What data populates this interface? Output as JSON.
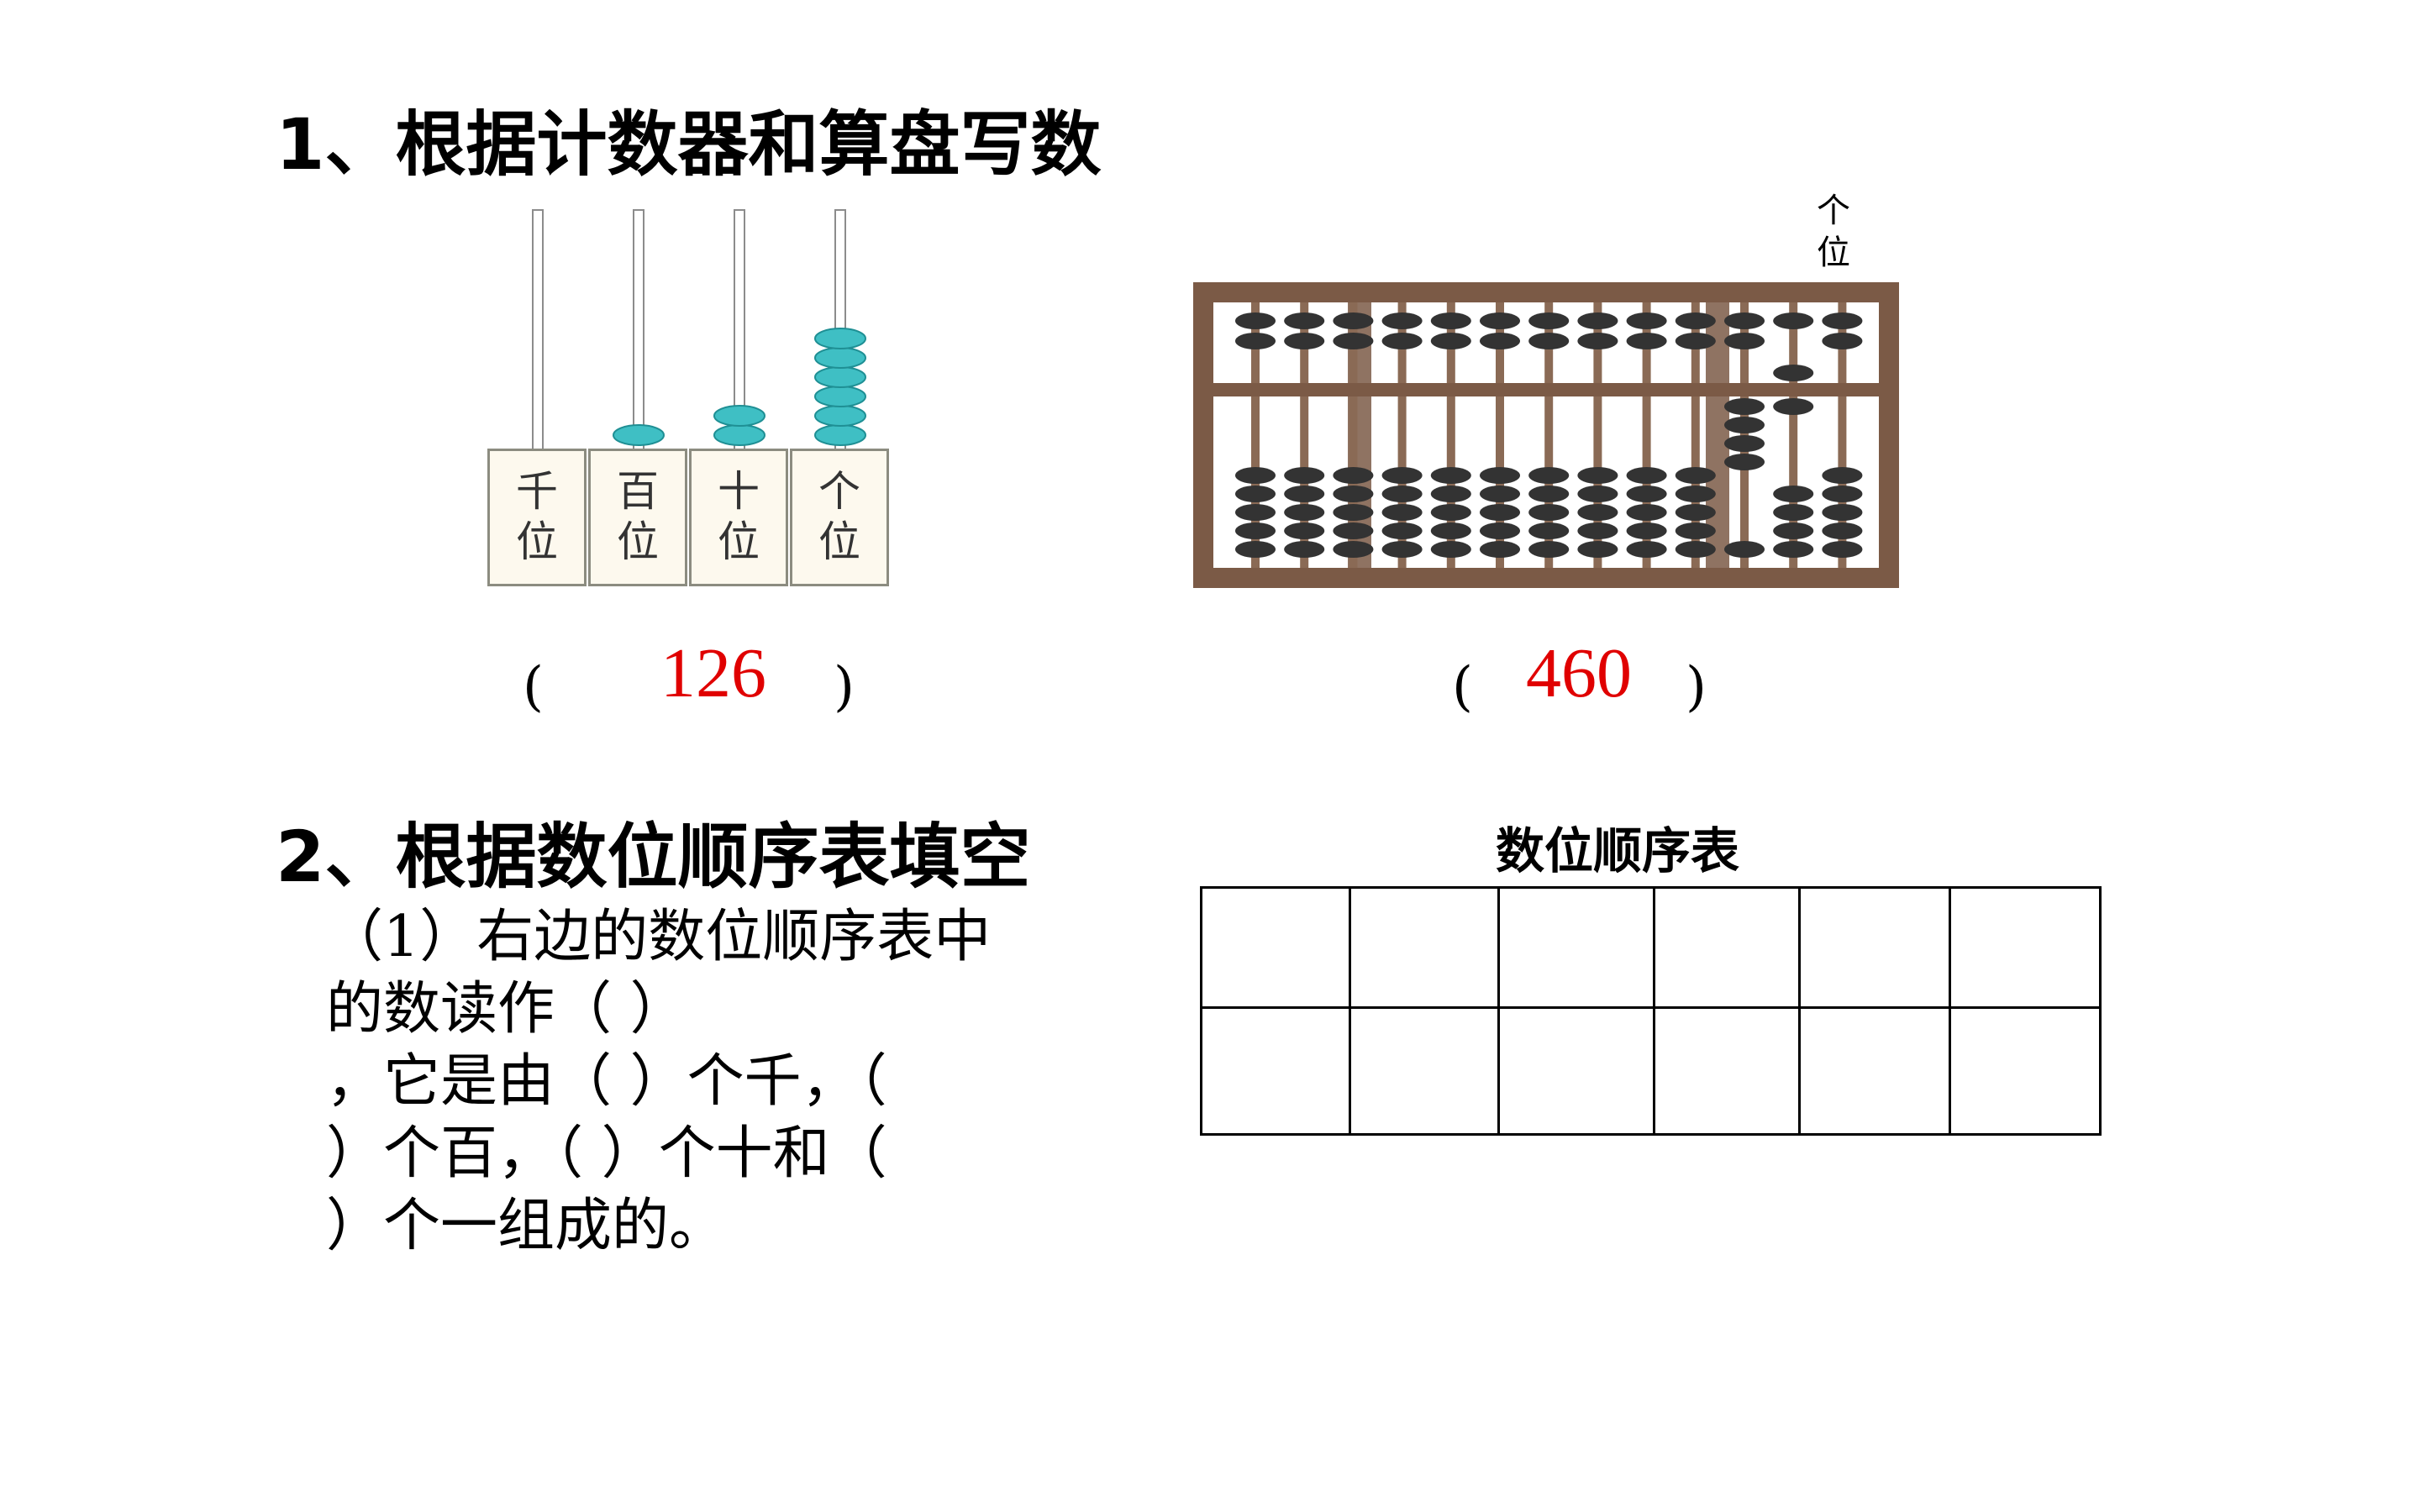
{
  "q1": {
    "title": "1、根据计数器和算盘写数",
    "counter": {
      "places": [
        {
          "line1": "千",
          "line2": "位",
          "beads": 0
        },
        {
          "line1": "百",
          "line2": "位",
          "beads": 1
        },
        {
          "line1": "十",
          "line2": "位",
          "beads": 2
        },
        {
          "line1": "个",
          "line2": "位",
          "beads": 6
        }
      ],
      "paren_open": "(",
      "paren_close": ")",
      "answer": "126"
    },
    "abacus": {
      "ones_label_1": "个",
      "ones_label_2": "位",
      "rods": 13,
      "paren_open": "(",
      "paren_close": ")",
      "answer": "460"
    }
  },
  "q2": {
    "title": "2、根据数位顺序表填空",
    "lines": [
      "（1）右边的数位顺序表中",
      "的数读作（                              ）",
      "，它是由（    ）个千，（",
      "）个百，（        ）个十和（",
      "）个一组成的。"
    ],
    "table_title": "数位顺序表",
    "table_rows": 2,
    "table_cols": 6
  },
  "colors": {
    "answer": "#e00000",
    "counter_bead": "#3fbfc4",
    "abacus_frame": "#7b5a46",
    "abacus_bead": "#333333"
  }
}
